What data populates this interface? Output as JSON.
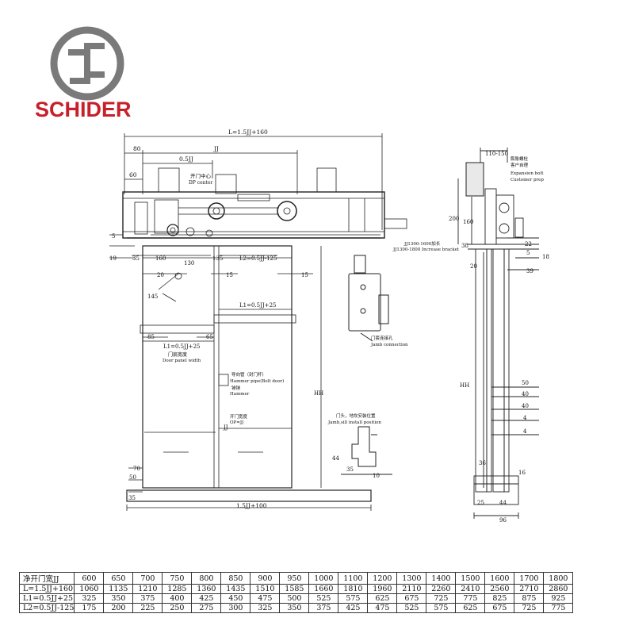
{
  "brand": {
    "name": "SCHIDER",
    "color": "#c8202a",
    "icon": "schider-logo-icon"
  },
  "front_view": {
    "top_overall": "L=1.5JJ+160",
    "dim_80": "80",
    "dim_jj": "JJ",
    "dim_05jj": "0.5JJ",
    "dim_60": "60",
    "door_center_cn": "开门中心",
    "door_center_en": "DP center",
    "dim_5": "5",
    "dim_19": "19",
    "dim_35_left": "35",
    "dim_160": "160",
    "dim_130": "130",
    "dim_135": "135",
    "dim_l2": "L2=0.5JJ-125",
    "dim_20": "20",
    "dim_15_a": "15",
    "dim_15_b": "15",
    "dim_145": "145",
    "dim_l1_top": "L1=0.5JJ+25",
    "dim_85": "85",
    "dim_65": "65",
    "dim_l1_panel": "L1=0.5JJ+25",
    "panel_width_cn": "门扇宽度",
    "panel_width_en": "Door panel width",
    "hammer_cn": "导向管（封门杆）",
    "hammer_en": "Hammer pipe(Bolt door)",
    "hammer2_cn": "锤锤",
    "hammer2_en": "Hammer",
    "opening_cn": "开门宽度",
    "opening_en": "OP=JJ",
    "dim_jj_bottom": "JJ",
    "dim_hh": "HH",
    "dim_70": "70",
    "dim_50": "50",
    "dim_35_bottom": "35",
    "dim_bottom_overall": "1.5JJ+100"
  },
  "bracket": {
    "label_a": "JJ1300-1600加长",
    "label_b": "JJ1300-1800 Increase bracket"
  },
  "jamb": {
    "label_cn": "门套连接孔",
    "label_en": "Jamb connection"
  },
  "sill": {
    "label_cn": "门头，地坎安装位置",
    "label_en": "Jamb,sill install position",
    "dim_44": "44",
    "dim_35": "35",
    "dim_10": "10"
  },
  "side_view": {
    "dim_110_150": "110-150",
    "expansion_cn": "膨胀螺栓",
    "customer_cn": "客户自理",
    "expansion_en": "Expansion bolt",
    "customer_en": "Customer prep",
    "dim_200": "200",
    "dim_160": "160",
    "dim_38": "38",
    "dim_22": "22",
    "dim_5": "5",
    "dim_18": "18",
    "dim_20": "20",
    "dim_39": "39",
    "dim_hh": "HH",
    "dim_50": "50",
    "dim_40_a": "40",
    "dim_40_b": "40",
    "dim_4_a": "4",
    "dim_4_b": "4",
    "dim_36": "36",
    "dim_16": "16",
    "dim_25": "25",
    "dim_44": "44",
    "dim_96": "96"
  },
  "spec_table": {
    "rows": [
      {
        "label": "净开门宽JJ",
        "values": [
          "600",
          "650",
          "700",
          "750",
          "800",
          "850",
          "900",
          "950",
          "1000",
          "1100",
          "1200",
          "1300",
          "1400",
          "1500",
          "1600",
          "1700",
          "1800"
        ]
      },
      {
        "label": "L=1.5JJ+160",
        "values": [
          "1060",
          "1135",
          "1210",
          "1285",
          "1360",
          "1435",
          "1510",
          "1585",
          "1660",
          "1810",
          "1960",
          "2110",
          "2260",
          "2410",
          "2560",
          "2710",
          "2860"
        ]
      },
      {
        "label": "L1=0.5JJ+25",
        "values": [
          "325",
          "350",
          "375",
          "400",
          "425",
          "450",
          "475",
          "500",
          "525",
          "575",
          "625",
          "675",
          "725",
          "775",
          "825",
          "875",
          "925"
        ]
      },
      {
        "label": "L2=0.5JJ-125",
        "values": [
          "175",
          "200",
          "225",
          "250",
          "275",
          "300",
          "325",
          "350",
          "375",
          "425",
          "475",
          "525",
          "575",
          "625",
          "675",
          "725",
          "775"
        ]
      }
    ]
  }
}
